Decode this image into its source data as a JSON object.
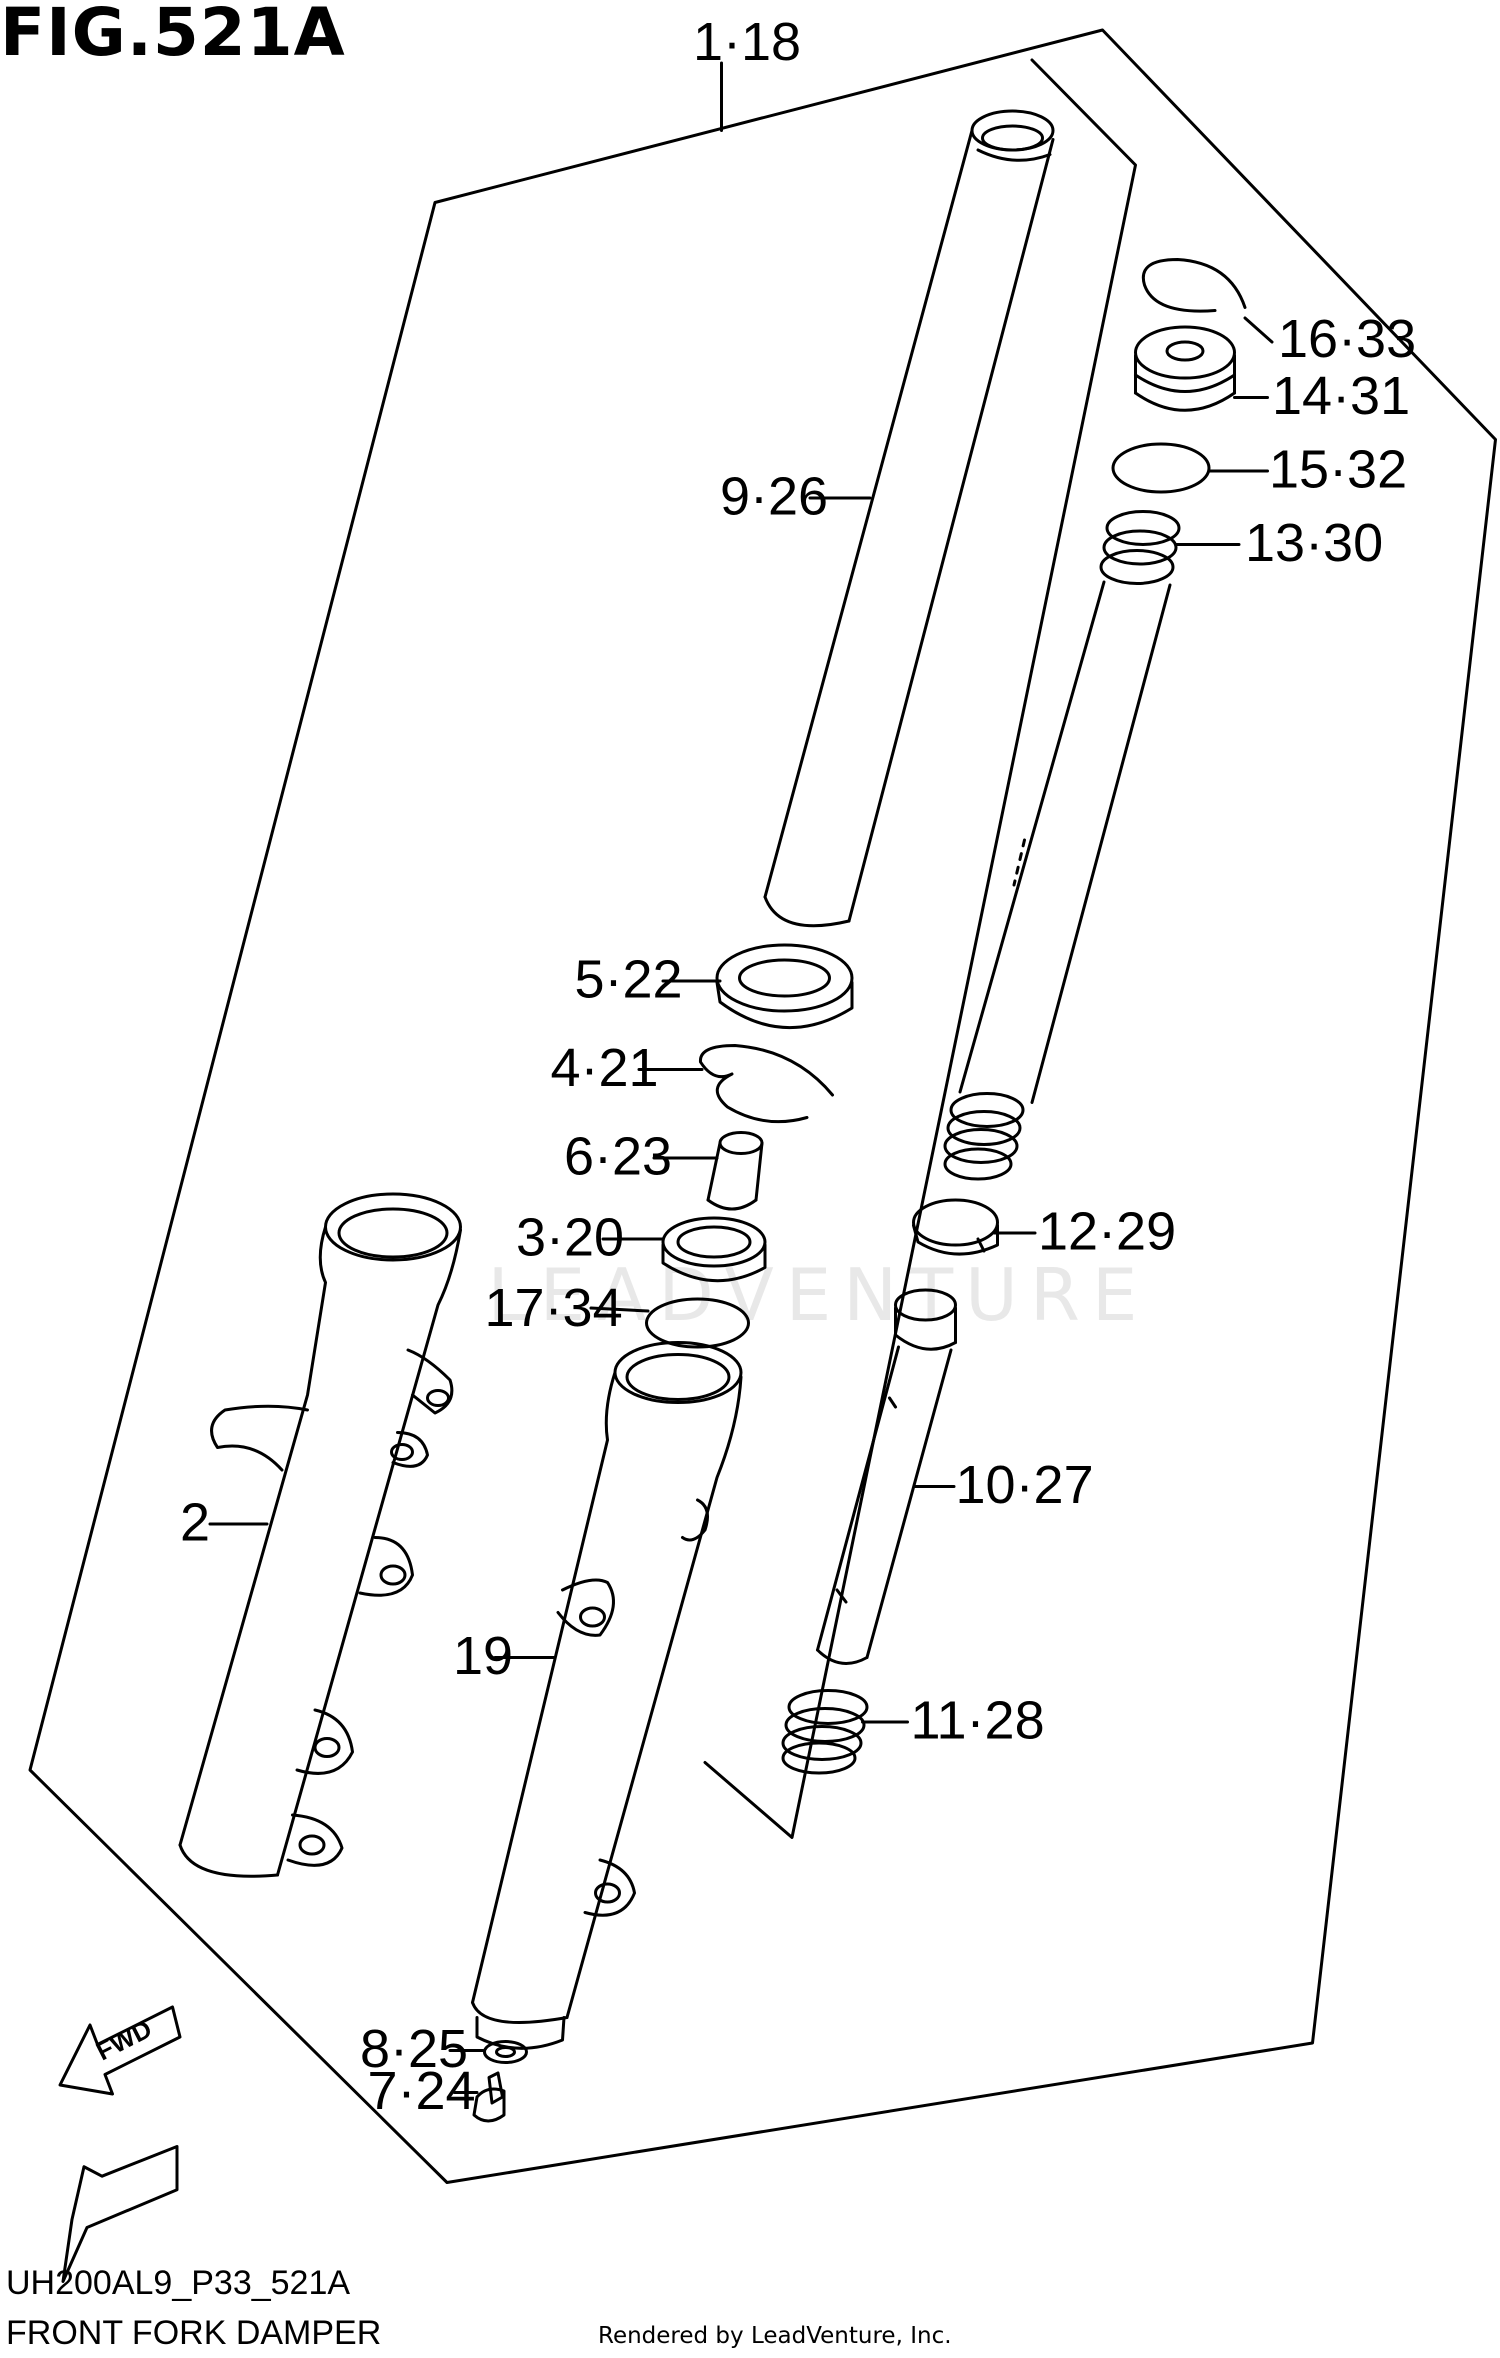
{
  "figure": {
    "title": "FIG.521A",
    "code": "UH200AL9_P33_521A",
    "name": "FRONT FORK DAMPER",
    "credit": "Rendered by LeadVenture, Inc.",
    "watermark": "LEADVENTURE",
    "fwd_label": "FWD"
  },
  "callouts": [
    {
      "id": "1-18",
      "text": "1·18"
    },
    {
      "id": "16-33",
      "text": "16·33"
    },
    {
      "id": "14-31",
      "text": "14·31"
    },
    {
      "id": "15-32",
      "text": "15·32"
    },
    {
      "id": "13-30",
      "text": "13·30"
    },
    {
      "id": "9-26",
      "text": "9·26"
    },
    {
      "id": "5-22",
      "text": "5·22"
    },
    {
      "id": "4-21",
      "text": "4·21"
    },
    {
      "id": "6-23",
      "text": "6·23"
    },
    {
      "id": "3-20",
      "text": "3·20"
    },
    {
      "id": "12-29",
      "text": "12·29"
    },
    {
      "id": "17-34",
      "text": "17·34"
    },
    {
      "id": "10-27",
      "text": "10·27"
    },
    {
      "id": "2",
      "text": "2"
    },
    {
      "id": "19",
      "text": "19"
    },
    {
      "id": "11-28",
      "text": "11·28"
    },
    {
      "id": "8-25",
      "text": "8·25"
    },
    {
      "id": "7-24",
      "text": "7·24"
    }
  ],
  "colors": {
    "ink": "#000000",
    "paper": "#ffffff",
    "watermark": "#e8e8e8"
  }
}
